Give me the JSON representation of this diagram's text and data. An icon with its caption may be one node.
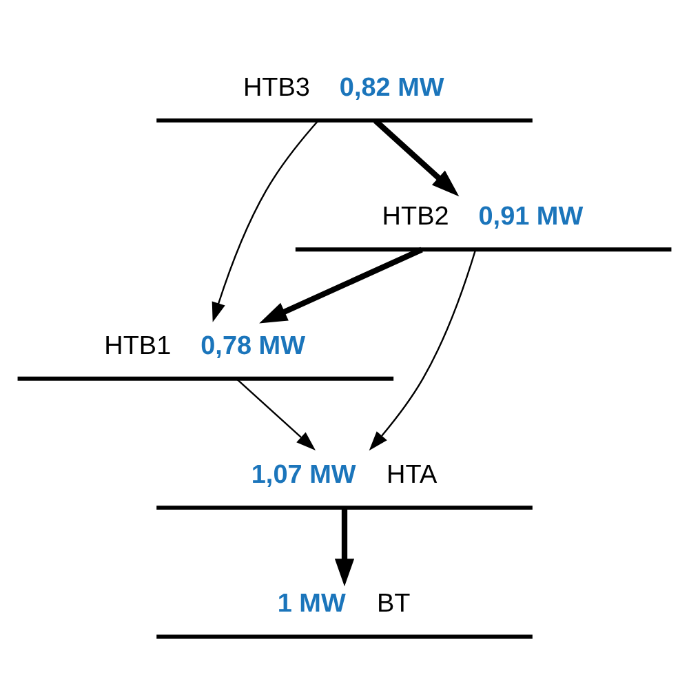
{
  "diagram": {
    "nodes": [
      {
        "text": [
          "HTB3",
          "0,82 MW"
        ]
      },
      {
        "text": [
          "HTB2",
          "0,91 MW"
        ]
      },
      {
        "text": [
          "HTB1",
          "0,78 MW"
        ]
      },
      {
        "text": [
          "1,07 MW",
          "HTA"
        ]
      },
      {
        "text": [
          "1 MW",
          "BT"
        ]
      }
    ],
    "edges": [
      {
        "from": 0,
        "to": 1,
        "arrow": "to",
        "style": "thick"
      },
      {
        "from": 0,
        "to": 2,
        "arrow": "to"
      },
      {
        "from": 1,
        "to": 2,
        "arrow": "to",
        "style": "thick"
      },
      {
        "from": 1,
        "to": 3,
        "arrow": "to"
      },
      {
        "from": 2,
        "to": 3,
        "arrow": "to"
      },
      {
        "from": 3,
        "to": 4,
        "arrow": "to",
        "style": "thick"
      }
    ]
  }
}
